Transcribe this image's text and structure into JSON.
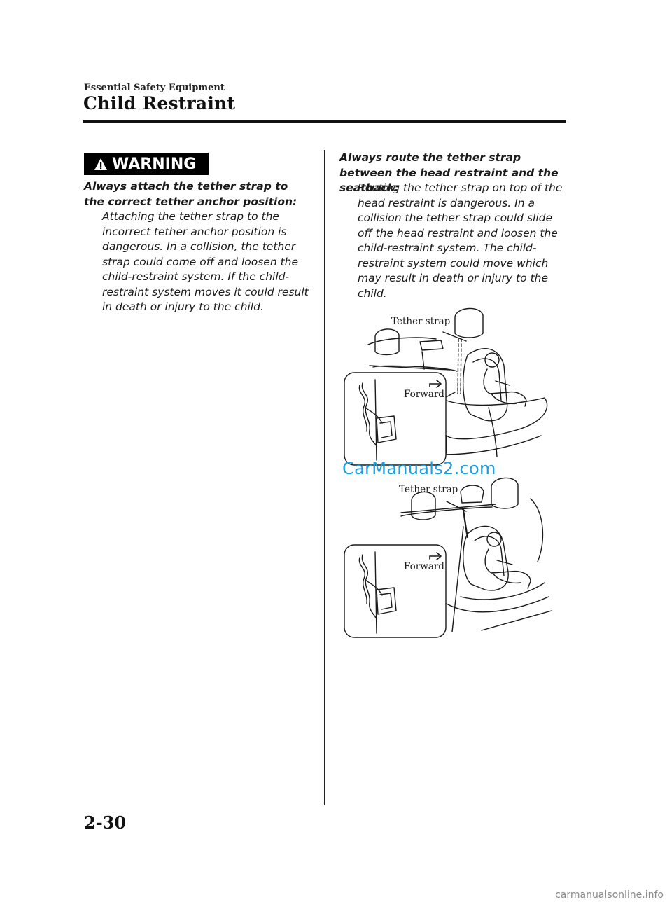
{
  "header": {
    "section": "Essential Safety Equipment",
    "title": "Child Restraint"
  },
  "warning": {
    "badge": "WARNING",
    "items": [
      {
        "heading": "Always attach the tether strap to the correct tether anchor position:",
        "body": "Attaching the tether strap to the incorrect tether anchor position is dangerous. In a collision, the tether strap could come off and loosen the child-restraint system. If the child-restraint system moves it could result in death or injury to the child."
      },
      {
        "heading": "Always route the tether strap between the head restraint and the seatback:",
        "body": "Routing the tether strap on top of the head restraint is dangerous. In a collision the tether strap could slide off the head restraint and loosen the child-restraint system. The child-restraint system could move which may result in death or injury to the child."
      }
    ]
  },
  "figures": [
    {
      "tether_label": "Tether strap",
      "forward_label": "Forward"
    },
    {
      "tether_label": "Tether strap",
      "forward_label": "Forward"
    }
  ],
  "watermark": "CarManuals2.com",
  "footer": {
    "page_number": "2-30",
    "source": "carmanualsonline.info"
  }
}
